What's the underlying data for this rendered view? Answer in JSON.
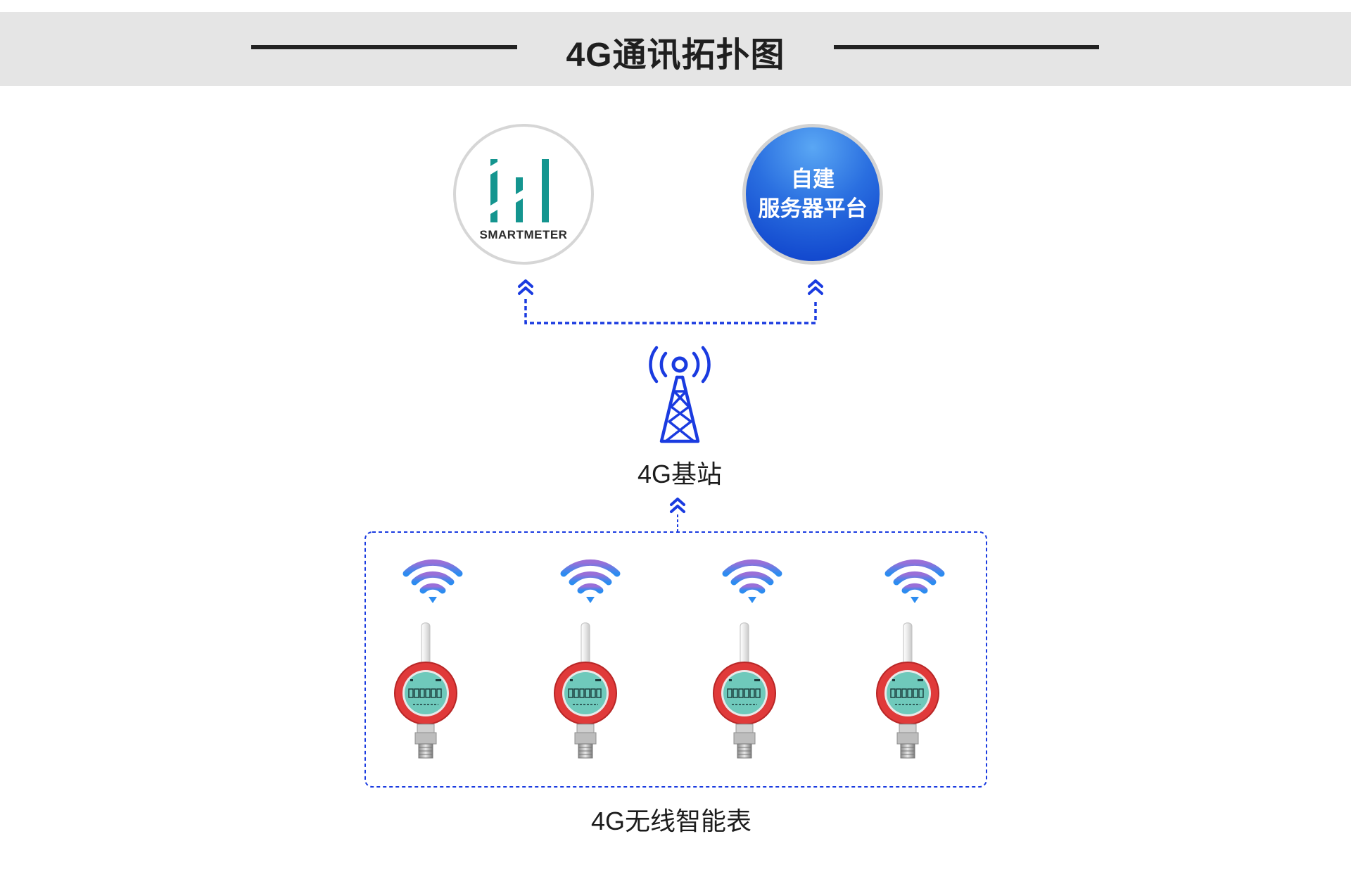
{
  "header": {
    "title": "4G通讯拓扑图"
  },
  "nodes": {
    "smartmeter": {
      "brand": "SMARTMETER"
    },
    "server": {
      "line1": "自建",
      "line2": "服务器平台"
    },
    "station": {
      "label": "4G基站"
    },
    "meters": {
      "label": "4G无线智能表",
      "count": 4
    }
  },
  "colors": {
    "accent_blue": "#1a3be0",
    "teal": "#14958f",
    "meter_red": "#e03a3a",
    "lcd_green": "#6fc9bb",
    "header_bg": "#e5e5e5"
  },
  "icons": [
    "cell-tower-icon",
    "wifi-icon",
    "double-chevron-up-icon",
    "pressure-meter-icon"
  ]
}
